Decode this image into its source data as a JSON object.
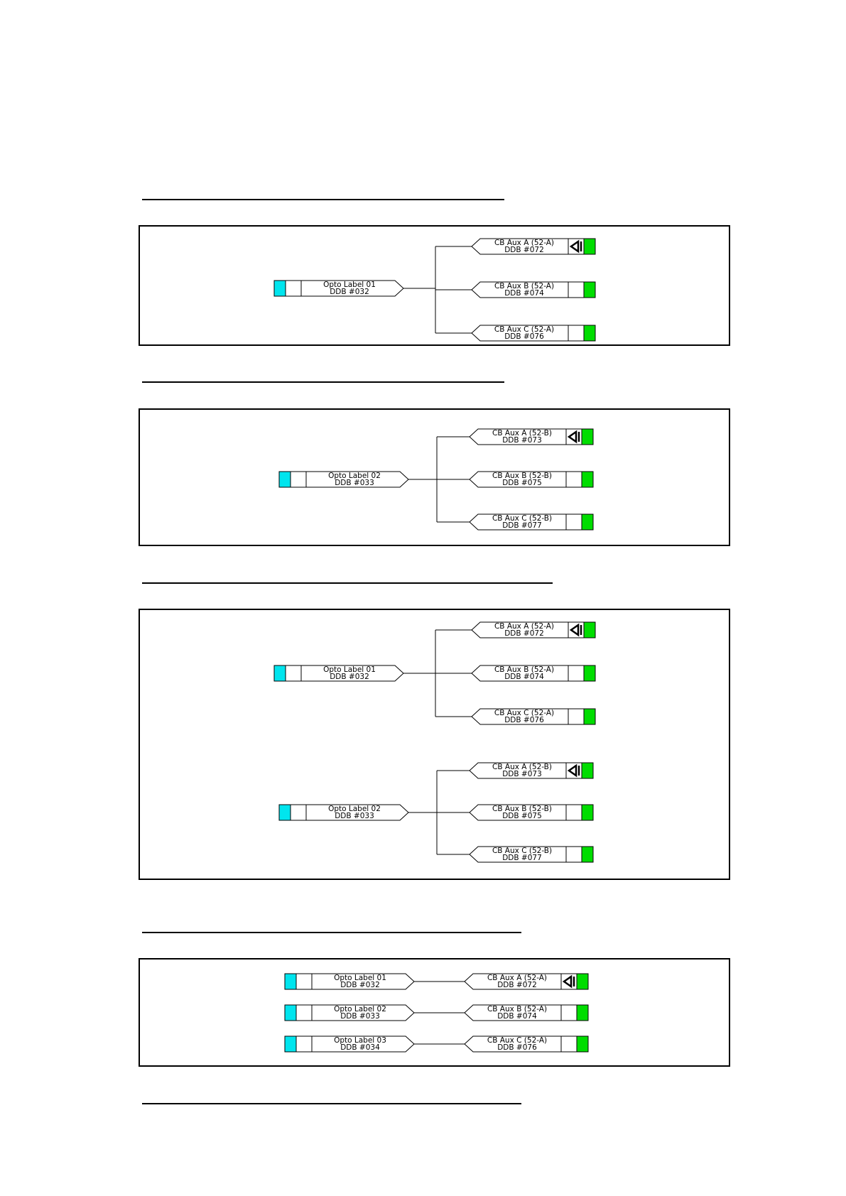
{
  "colors": {
    "opto_input": "#00e5ee",
    "relay_output": "#00dd00",
    "line": "#000000"
  },
  "diagrams": [
    {
      "groups": [
        {
          "input": {
            "label": "Opto Label 01",
            "ddb": "DDB #032"
          },
          "outputs": [
            {
              "label": "CB Aux A (52-A)",
              "ddb": "DDB #072",
              "latch": true
            },
            {
              "label": "CB Aux B (52-A)",
              "ddb": "DDB #074",
              "latch": false
            },
            {
              "label": "CB Aux C (52-A)",
              "ddb": "DDB #076",
              "latch": false
            }
          ]
        }
      ]
    },
    {
      "groups": [
        {
          "input": {
            "label": "Opto Label 02",
            "ddb": "DDB #033"
          },
          "outputs": [
            {
              "label": "CB Aux A (52-B)",
              "ddb": "DDB #073",
              "latch": true
            },
            {
              "label": "CB Aux B (52-B)",
              "ddb": "DDB #075",
              "latch": false
            },
            {
              "label": "CB Aux C (52-B)",
              "ddb": "DDB #077",
              "latch": false
            }
          ]
        }
      ]
    },
    {
      "groups": [
        {
          "input": {
            "label": "Opto Label 01",
            "ddb": "DDB #032"
          },
          "outputs": [
            {
              "label": "CB Aux A (52-A)",
              "ddb": "DDB #072",
              "latch": true
            },
            {
              "label": "CB Aux B (52-A)",
              "ddb": "DDB #074",
              "latch": false
            },
            {
              "label": "CB Aux C (52-A)",
              "ddb": "DDB #076",
              "latch": false
            }
          ]
        },
        {
          "input": {
            "label": "Opto Label 02",
            "ddb": "DDB #033"
          },
          "outputs": [
            {
              "label": "CB Aux A (52-B)",
              "ddb": "DDB #073",
              "latch": true
            },
            {
              "label": "CB Aux B (52-B)",
              "ddb": "DDB #075",
              "latch": false
            },
            {
              "label": "CB Aux C (52-B)",
              "ddb": "DDB #077",
              "latch": false
            }
          ]
        }
      ]
    },
    {
      "pairs": [
        {
          "input": {
            "label": "Opto Label 01",
            "ddb": "DDB #032"
          },
          "output": {
            "label": "CB Aux A (52-A)",
            "ddb": "DDB #072",
            "latch": true
          }
        },
        {
          "input": {
            "label": "Opto Label 02",
            "ddb": "DDB #033"
          },
          "output": {
            "label": "CB Aux B (52-A)",
            "ddb": "DDB #074",
            "latch": false
          }
        },
        {
          "input": {
            "label": "Opto Label 03",
            "ddb": "DDB #034"
          },
          "output": {
            "label": "CB Aux C (52-A)",
            "ddb": "DDB #076",
            "latch": false
          }
        }
      ]
    }
  ]
}
